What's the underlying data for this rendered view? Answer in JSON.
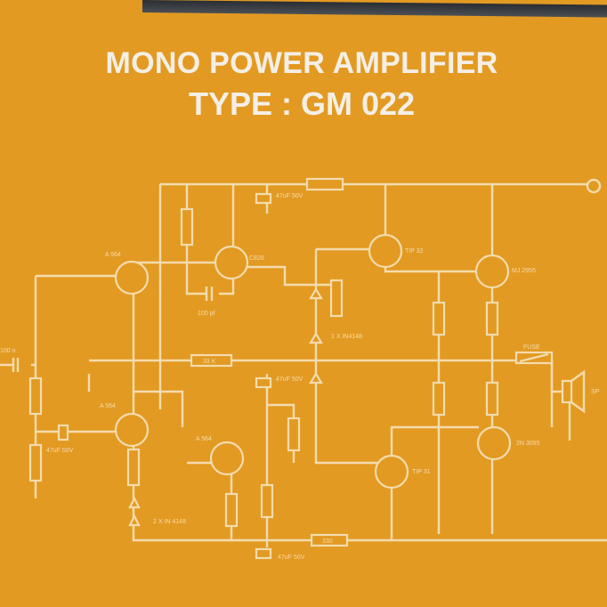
{
  "title": "MONO POWER AMPLIFIER",
  "subtitle": "TYPE : GM 022",
  "colors": {
    "background": "#e39a22",
    "lines": "#f3dcae",
    "title_text": "#f4efe6"
  },
  "components": {
    "q1": "A 564",
    "q2": "C828",
    "q3": "TIP 32",
    "q4": "MJ 2955",
    "q5": "A 564",
    "q6": "A 564",
    "q7": "TIP 31",
    "q8": "2N 3055",
    "c_in": "100 n",
    "c_fb": "100 pf",
    "c_top": "47uF 50V",
    "c_mid": "47uF 50V",
    "c_bias": "47uF 50V",
    "c_bot": "47uF 50V",
    "r_fb": "33 K",
    "r_bot": "330",
    "d_top": "1 X IN4148",
    "d_bot": "2 X IN 4148",
    "fuse": "FUSE",
    "speaker": "SP"
  }
}
